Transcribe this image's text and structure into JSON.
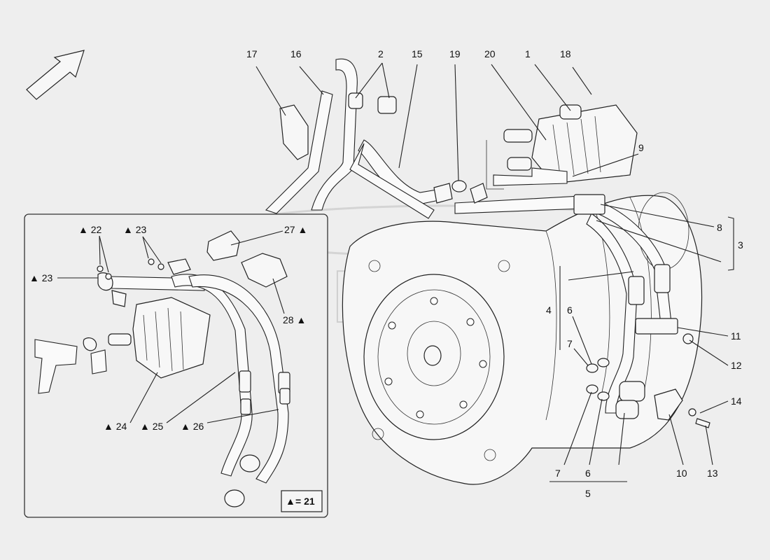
{
  "watermark": "eurospares",
  "inset": {
    "legend_symbol": "▲",
    "legend_text": "= 21"
  },
  "callouts": {
    "c1": "1",
    "c2": "2",
    "c3": "3",
    "c4": "4",
    "c5": "5",
    "c6a": "6",
    "c6b": "6",
    "c7a": "7",
    "c7b": "7",
    "c8": "8",
    "c9": "9",
    "c10": "10",
    "c11": "11",
    "c12": "12",
    "c13": "13",
    "c14": "14",
    "c15": "15",
    "c16": "16",
    "c17": "17",
    "c18": "18",
    "c19": "19",
    "c20": "20",
    "c22": "▲ 22",
    "c23a": "▲ 23",
    "c23b": "▲ 23",
    "c24": "▲ 24",
    "c25": "▲ 25",
    "c26": "▲ 26",
    "c27": "27 ▲",
    "c28": "28 ▲"
  },
  "icons": {
    "direction_arrow": "front-direction-arrow-icon"
  }
}
